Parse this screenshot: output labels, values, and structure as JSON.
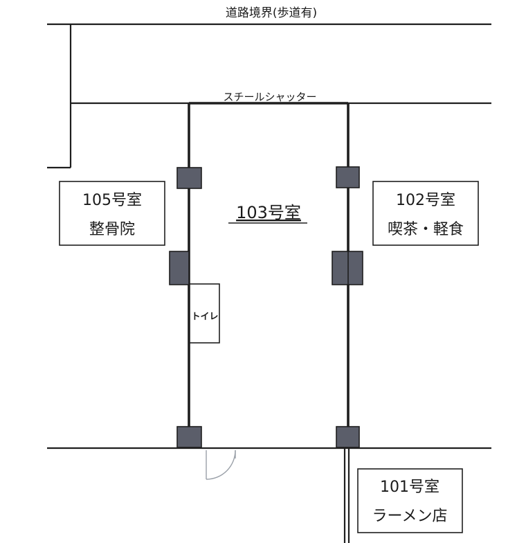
{
  "labels": {
    "road_boundary": "道路境界(歩道有)",
    "steel_shutter": "スチールシャッター",
    "toilet": "トイレ"
  },
  "rooms": {
    "main": {
      "number": "103号室"
    },
    "left": {
      "number": "105号室",
      "use": "整骨院"
    },
    "right": {
      "number": "102号室",
      "use": "喫茶・軽食"
    },
    "bottom_right": {
      "number": "101号室",
      "use": "ラーメン店"
    }
  },
  "colors": {
    "line": "#1e1e1e",
    "column": "#5b5e6a",
    "door_swing": "#9aa0a8"
  }
}
